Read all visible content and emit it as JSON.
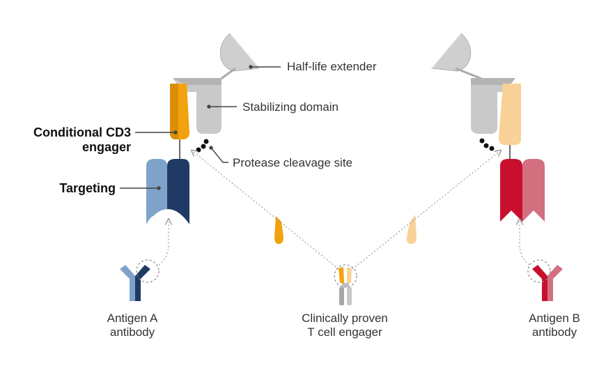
{
  "labels": {
    "half_life": "Half-life extender",
    "stabilizing": "Stabilizing domain",
    "protease": "Protease cleavage site",
    "conditional_line1": "Conditional CD3",
    "conditional_line2": "engager",
    "targeting": "Targeting",
    "antigen_a_line1": "Antigen A",
    "antigen_a_line2": "antibody",
    "tce_line1": "Clinically proven",
    "tce_line2": "T cell engager",
    "antigen_b_line1": "Antigen B",
    "antigen_b_line2": "antibody"
  },
  "colors": {
    "orange": "#F2A20C",
    "light_orange": "#F8D296",
    "gray": "#C9C9C9",
    "gray_dark": "#A7A7A7",
    "navy": "#1F3B63",
    "light_blue": "#7FA3C8",
    "red": "#C8102E",
    "pink": "#D3707F",
    "leader_line": "#444444",
    "dotted_arrow": "#999999"
  }
}
